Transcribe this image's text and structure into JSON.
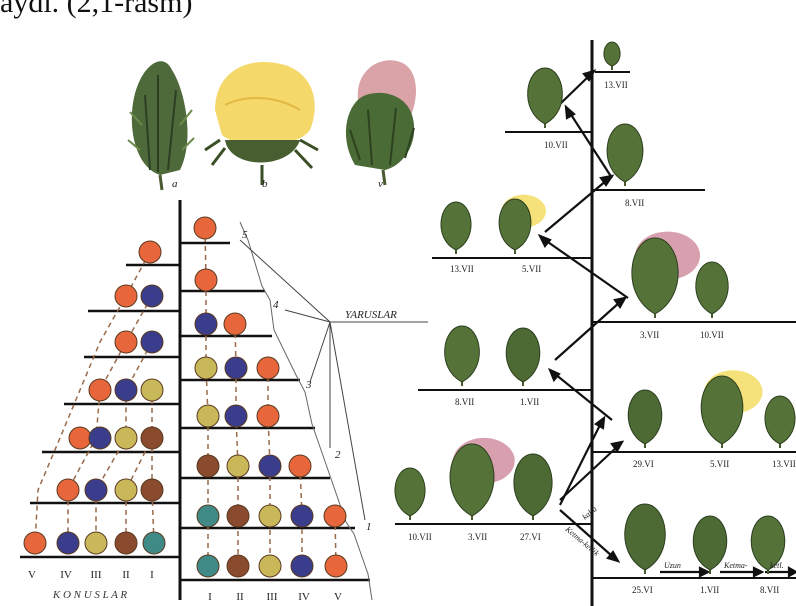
{
  "header": {
    "text": "aydi. (2,1-rasm)"
  },
  "top_panels": [
    "a",
    "b",
    "v"
  ],
  "left_diagram": {
    "yaruslar_label": "YARUSLAR",
    "konuslar_label": "K O N U S L A R",
    "tier_labels": [
      "1",
      "2",
      "3",
      "4",
      "5"
    ],
    "left_roman": [
      "V",
      "IV",
      "III",
      "II",
      "I"
    ],
    "bottom_roman": [
      "I",
      "II",
      "III",
      "IV",
      "V"
    ],
    "colors": {
      "orange": "#e8663c",
      "blue": "#3a3d8c",
      "olive": "#c9b85a",
      "brown": "#8a4a2e",
      "teal": "#3f8a86",
      "line": "#111111",
      "dash": "#9a6a4a"
    }
  },
  "right_diagram": {
    "dates": {
      "d13vii_top": "13.VII",
      "d10vii_a": "10.VII",
      "d8vii_a": "8.VII",
      "d13vii_b": "13.VII",
      "d5vii_a": "5.VII",
      "d3vii_a": "3.VII",
      "d10vii_b": "10.VII",
      "d8vii_b": "8.VII",
      "d1vii_a": "1.VII",
      "d29vi": "29.VI",
      "d5vii_b": "5.VII",
      "d13vii_c": "13.VII",
      "d10vii_c": "10.VII",
      "d3vii_b": "3.VII",
      "d27vi": "27.VI",
      "d25vi": "25.VI",
      "d1vii_b": "1.VII",
      "d8vii_c": "8.VII"
    },
    "arrow_labels": {
      "kalta": "kalta",
      "qisqa": "Ketma-ketlik",
      "uzun": "Uzun",
      "ketma": "Ketma-",
      "ketl": "ketl."
    }
  }
}
